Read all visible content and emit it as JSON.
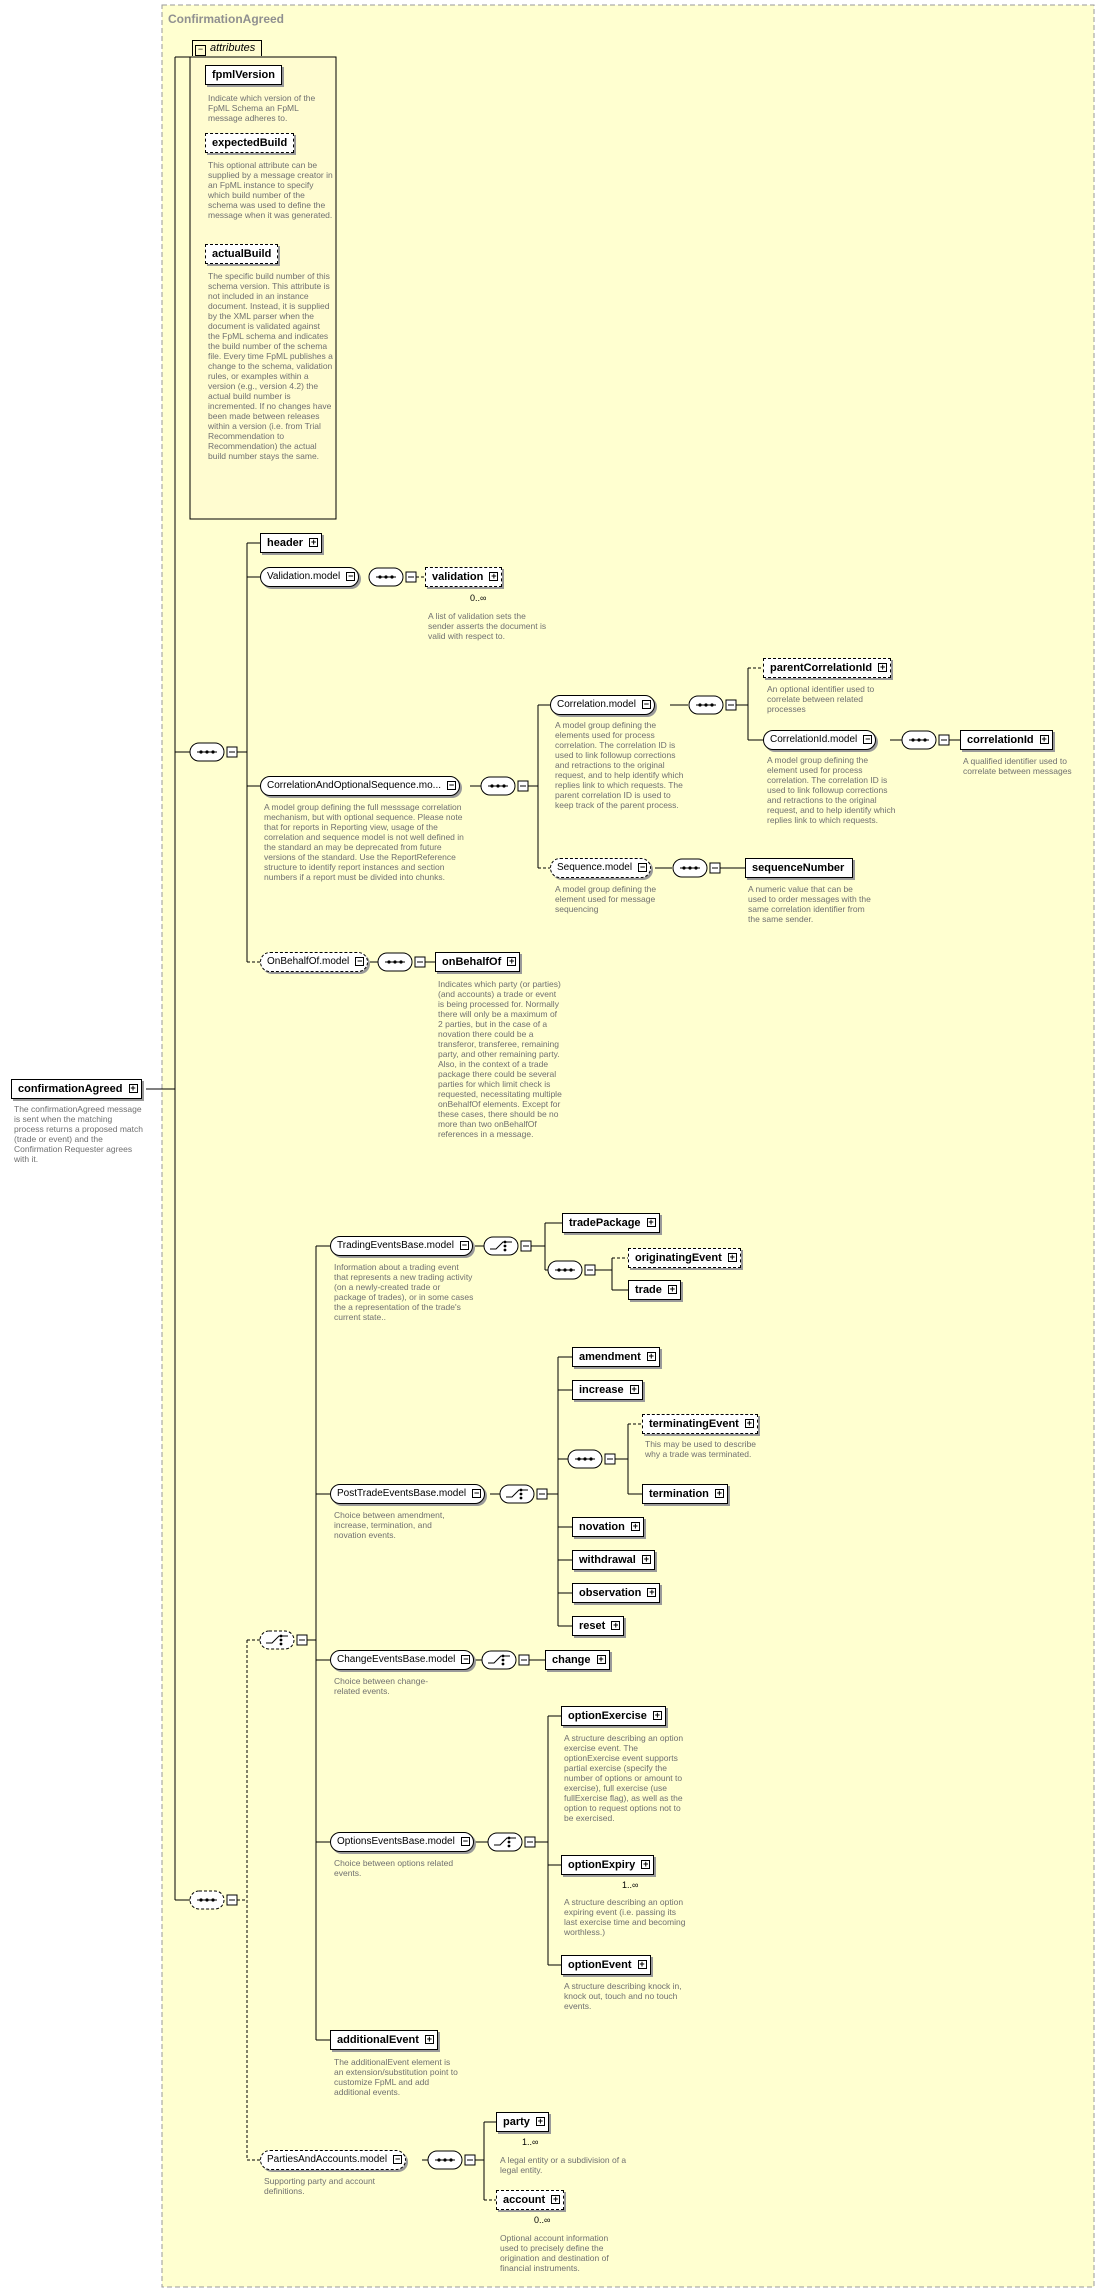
{
  "diagram": {
    "title": "ConfirmationAgreed",
    "attributes_label": "attributes",
    "root": {
      "label": "confirmationAgreed",
      "desc": "The confirmationAgreed message is sent when the matching process returns a proposed match (trade or event) and the Confirmation Requester agrees with it."
    },
    "attributes": [
      {
        "label": "fpmlVersion",
        "desc": "Indicate which version of the FpML Schema an FpML message adheres to."
      },
      {
        "label": "expectedBuild",
        "desc": "This optional attribute can be supplied by a message creator in an FpML instance to specify which build number of the schema was used to define the message when it was generated."
      },
      {
        "label": "actualBuild",
        "desc": "The specific build number of this schema version. This attribute is not included in an instance document. Instead, it is supplied by the XML parser when the document is validated against the FpML schema and indicates the build number of the schema file. Every time FpML publishes a change to the schema, validation rules, or examples within a version (e.g., version 4.2) the actual build number is incremented. If no changes have been made between releases within a version (i.e. from Trial Recommendation to Recommendation) the actual build number stays the same."
      }
    ],
    "nodes": {
      "header": "header",
      "validation_model": "Validation.model",
      "validation": "validation",
      "validation_mult": "0..∞",
      "validation_desc": "A list of validation sets the sender asserts the document is valid with respect to.",
      "corr_opt_seq": "CorrelationAndOptionalSequence.mo...",
      "corr_opt_seq_desc": "A model group defining the full messsage correlation mechanism, but with optional sequence. Please note that for reports in Reporting view, usage of the correlation and sequence model is not well defined in the standard an may be deprecated from future versions of the standard. Use the ReportReference structure to identify report instances and section numbers if a report must be divided into chunks.",
      "correlation_model": "Correlation.model",
      "correlation_model_desc": "A model group defining the elements used for process correlation. The correlation ID is used to link followup corrections and retractions to the original request, and to help identify which replies link to which requests. The parent correlation ID is used to keep track of the parent process.",
      "parent_corr": "parentCorrelationId",
      "parent_corr_desc": "An optional identifier used to correlate between related processes",
      "corrid_model": "CorrelationId.model",
      "corrid_model_desc": "A model group defining the element used for process correlation. The correlation ID is used to link followup corrections and retractions to the original request, and to help identify which replies link to which requests.",
      "correlation_id": "correlationId",
      "correlation_id_desc": "A qualified identifier used to correlate between messages",
      "sequence_model": "Sequence.model",
      "sequence_model_desc": "A model group defining the element used for message sequencing",
      "sequence_number": "sequenceNumber",
      "sequence_number_desc": "A numeric value that can be used to order messages with the same correlation identifier from the same sender.",
      "onbehalf_model": "OnBehalfOf.model",
      "onbehalf": "onBehalfOf",
      "onbehalf_desc": "Indicates which party (or parties) (and accounts) a trade or event is being processed for. Normally there will only be a maximum of 2 parties, but in the case of a novation there could be a transferor, transferee, remaining party, and other remaining party. Also, in the context of a trade package there could be several parties for which limit check is requested, necessitating multiple onBehalfOf elements. Except for these cases, there should be no more than two onBehalfOf references in a message.",
      "trading_model": "TradingEventsBase.model",
      "trading_model_desc": "Information about a trading event that represents a new trading activity (on a newly-created trade or package of trades), or in some cases the a representation of the trade's current state..",
      "trade_package": "tradePackage",
      "originating_event": "originatingEvent",
      "trade": "trade",
      "posttrade_model": "PostTradeEventsBase.model",
      "posttrade_model_desc": "Choice between amendment, increase, termination, and novation events.",
      "amendment": "amendment",
      "increase": "increase",
      "terminating_event": "terminatingEvent",
      "terminating_event_desc": "This may be used to describe why a trade was terminated.",
      "termination": "termination",
      "novation": "novation",
      "withdrawal": "withdrawal",
      "observation": "observation",
      "reset": "reset",
      "change_model": "ChangeEventsBase.model",
      "change_model_desc": "Choice between change-related events.",
      "change": "change",
      "options_model": "OptionsEventsBase.model",
      "options_model_desc": "Choice between options related events.",
      "option_exercise": "optionExercise",
      "option_exercise_desc": "A structure describing an option exercise event. The optionExercise event supports partial exercise (specify the number of options or amount to exercise), full exercise (use fullExercise flag), as well as the option to request options not to be exercised.",
      "option_expiry": "optionExpiry",
      "option_expiry_mult": "1..∞",
      "option_expiry_desc": "A structure describing an option expiring event (i.e. passing its last exercise time and becoming worthless.)",
      "option_event": "optionEvent",
      "option_event_desc": "A structure describing knock in, knock out, touch and no touch events.",
      "additional_event": "additionalEvent",
      "additional_event_desc": "The additionalEvent element is an extension/substitution point to customize FpML and add additional events.",
      "parties_model": "PartiesAndAccounts.model",
      "parties_model_desc": "Supporting party and account definitions.",
      "party": "party",
      "party_mult": "1..∞",
      "party_desc": "A legal entity or a subdivision of a legal entity.",
      "account": "account",
      "account_mult": "0..∞",
      "account_desc": "Optional account information used to precisely define the origination and destination of financial instruments."
    }
  },
  "colors": {
    "frame_bg": "#ffffd0",
    "frame_border": "#9a9a9a",
    "desc_text": "#707070",
    "line": "#000000"
  }
}
